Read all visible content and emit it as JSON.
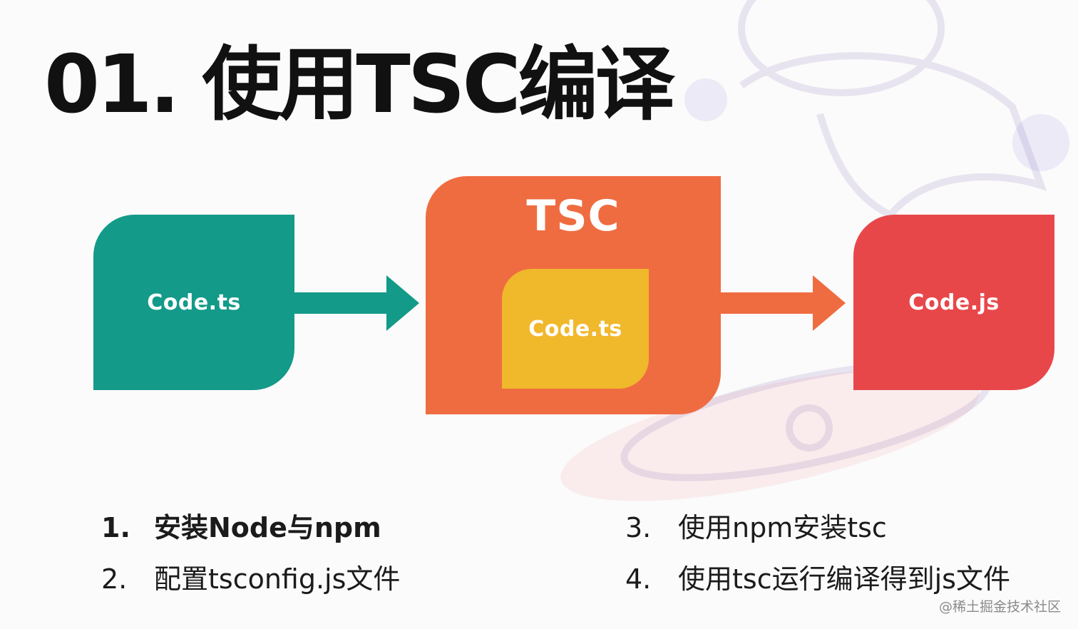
{
  "slide": {
    "title": "01. 使用TSC编译"
  },
  "diagram": {
    "input_box": {
      "label": "Code.ts",
      "color": "#139a89"
    },
    "compiler_box": {
      "label": "TSC",
      "color": "#ef6c41"
    },
    "inner_box": {
      "label": "Code.ts",
      "color": "#f0b82b"
    },
    "output_box": {
      "label": "Code.js",
      "color": "#e8474a"
    }
  },
  "steps": [
    {
      "num": "1.",
      "text": "安装Node与npm"
    },
    {
      "num": "2.",
      "text": "配置tsconfig.js文件"
    },
    {
      "num": "3.",
      "text": "使用npm安装tsc"
    },
    {
      "num": "4.",
      "text": "使用tsc运行编译得到js文件"
    }
  ],
  "watermark": "@稀土掘金技术社区"
}
